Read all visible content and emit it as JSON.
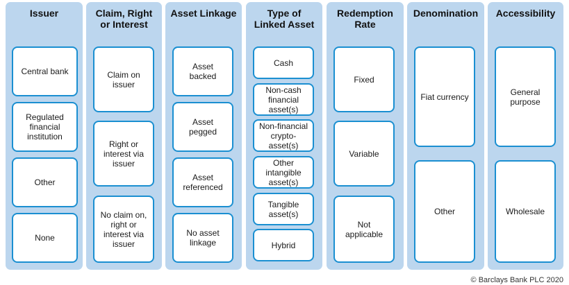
{
  "columns": [
    {
      "header": "Issuer",
      "cells": [
        "Central bank",
        "Regulated\nfinancial\ninstitution",
        "Other",
        "None"
      ]
    },
    {
      "header": "Claim, Right\nor Interest",
      "cells": [
        "Claim on\nissuer",
        "Right or\ninterest via\nissuer",
        "No claim on,\nright or\ninterest via\nissuer"
      ]
    },
    {
      "header": "Asset Linkage",
      "cells": [
        "Asset\nbacked",
        "Asset\npegged",
        "Asset\nreferenced",
        "No asset\nlinkage"
      ]
    },
    {
      "header": "Type of\nLinked Asset",
      "cells": [
        "Cash",
        "Non-cash\nfinancial\nasset(s)",
        "Non-financial\ncrypto-\nasset(s)",
        "Other\nintangible\nasset(s)",
        "Tangible\nasset(s)",
        "Hybrid"
      ]
    },
    {
      "header": "Redemption\nRate",
      "cells": [
        "Fixed",
        "Variable",
        "Not\napplicable"
      ]
    },
    {
      "header": "Denomination",
      "cells": [
        "Fiat currency",
        "Other"
      ]
    },
    {
      "header": "Accessibility",
      "cells": [
        "General\npurpose",
        "Wholesale"
      ]
    }
  ],
  "copyright": "© Barclays Bank PLC 2020",
  "colors": {
    "column_bg": "#bcd6ee",
    "cell_border": "#1a8fd1"
  }
}
